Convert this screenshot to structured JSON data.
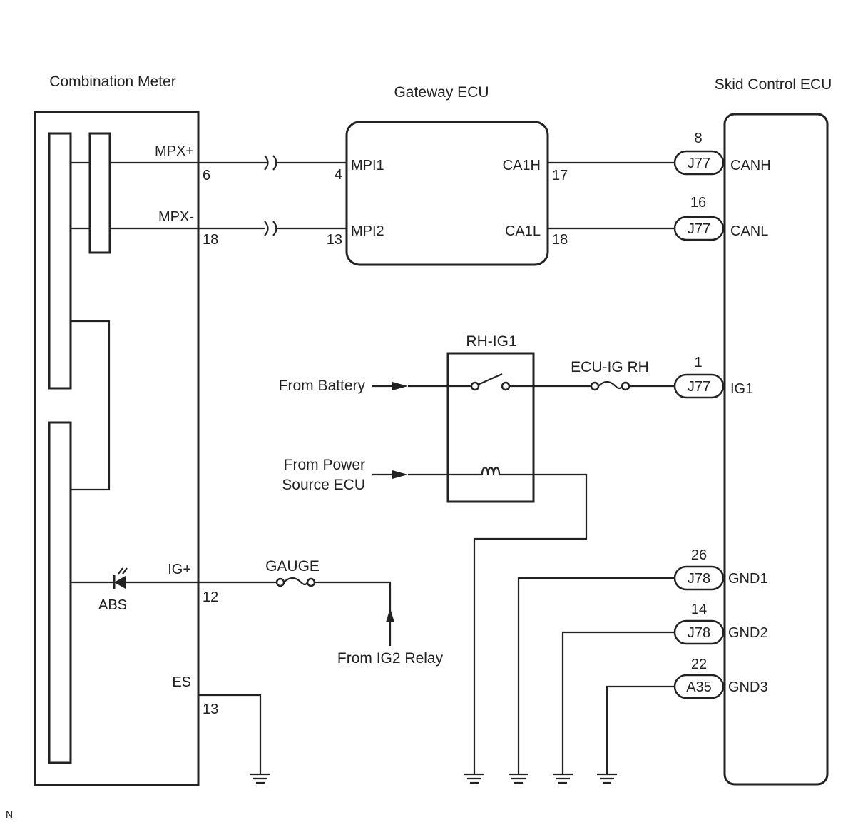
{
  "components": {
    "combination_meter": "Combination Meter",
    "gateway_ecu": "Gateway ECU",
    "skid_control_ecu": "Skid Control ECU",
    "relay": "RH-IG1"
  },
  "combination_meter_pins": {
    "mpx_plus": {
      "name": "MPX+",
      "pin": "6"
    },
    "mpx_minus": {
      "name": "MPX-",
      "pin": "18"
    },
    "ig_plus": {
      "name": "IG+",
      "pin": "12"
    },
    "es": {
      "name": "ES",
      "pin": "13"
    },
    "abs_indicator": "ABS"
  },
  "gateway_pins": {
    "mpi1": {
      "name": "MPI1",
      "pin": "4"
    },
    "mpi2": {
      "name": "MPI2",
      "pin": "13"
    },
    "ca1h": {
      "name": "CA1H",
      "pin": "17"
    },
    "ca1l": {
      "name": "CA1L",
      "pin": "18"
    }
  },
  "skid_pins": {
    "canh": {
      "name": "CANH",
      "connector": "J77",
      "pin": "8"
    },
    "canl": {
      "name": "CANL",
      "connector": "J77",
      "pin": "16"
    },
    "ig1": {
      "name": "IG1",
      "connector": "J77",
      "pin": "1"
    },
    "gnd1": {
      "name": "GND1",
      "connector": "J78",
      "pin": "26"
    },
    "gnd2": {
      "name": "GND2",
      "connector": "J78",
      "pin": "14"
    },
    "gnd3": {
      "name": "GND3",
      "connector": "A35",
      "pin": "22"
    }
  },
  "sources": {
    "battery": "From Battery",
    "power_source_line1": "From Power",
    "power_source_line2": "Source ECU",
    "ig2_relay": "From IG2 Relay"
  },
  "fuses": {
    "ecu_ig_rh": "ECU-IG RH",
    "gauge": "GAUGE"
  },
  "corner_mark": "N"
}
